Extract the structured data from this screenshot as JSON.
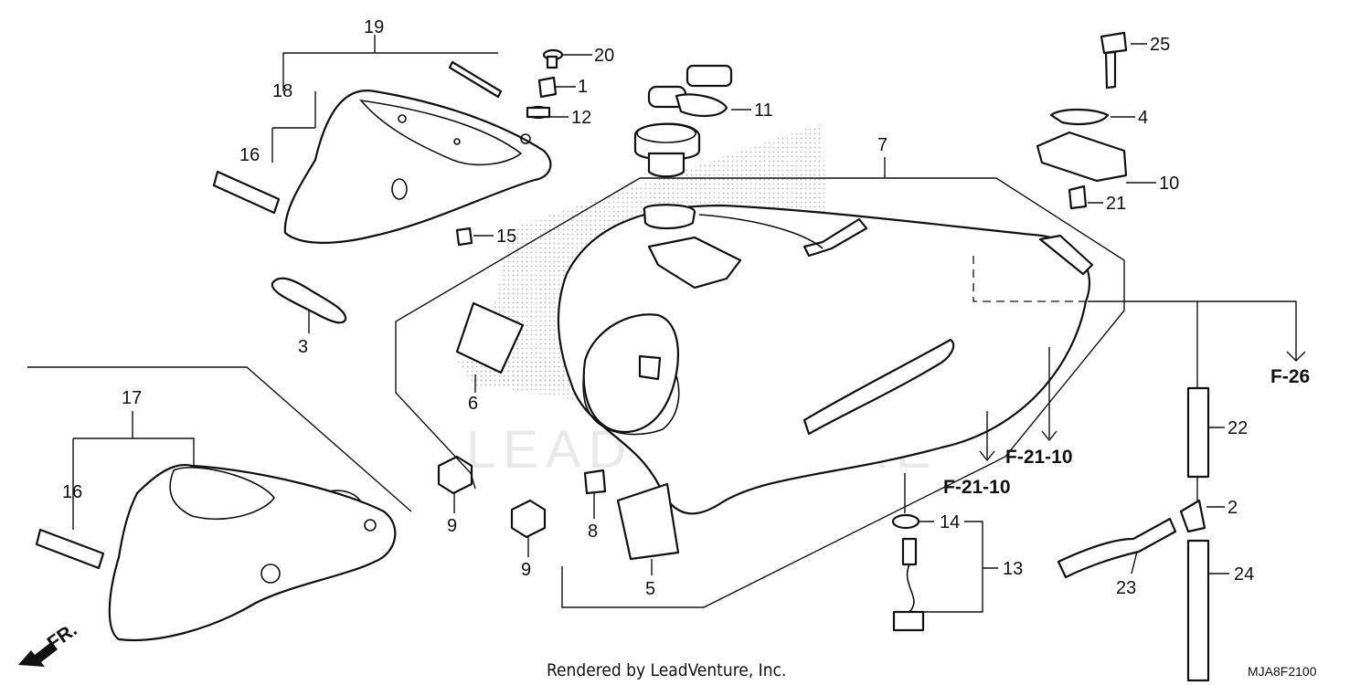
{
  "callouts": [
    "19",
    "18",
    "16",
    "20",
    "1",
    "12",
    "11",
    "7",
    "15",
    "3",
    "25",
    "4",
    "10",
    "21",
    "6",
    "17",
    "16",
    "9",
    "9",
    "8",
    "5",
    "22",
    "2",
    "14",
    "13",
    "23",
    "24"
  ],
  "refs": [
    "F-26",
    "F-21-10",
    "F-21-10"
  ],
  "watermark": "LEADVENTURE",
  "footer": "Rendered by LeadVenture, Inc.",
  "diagram_code": "MJA8F2100",
  "direction_label": "FR."
}
